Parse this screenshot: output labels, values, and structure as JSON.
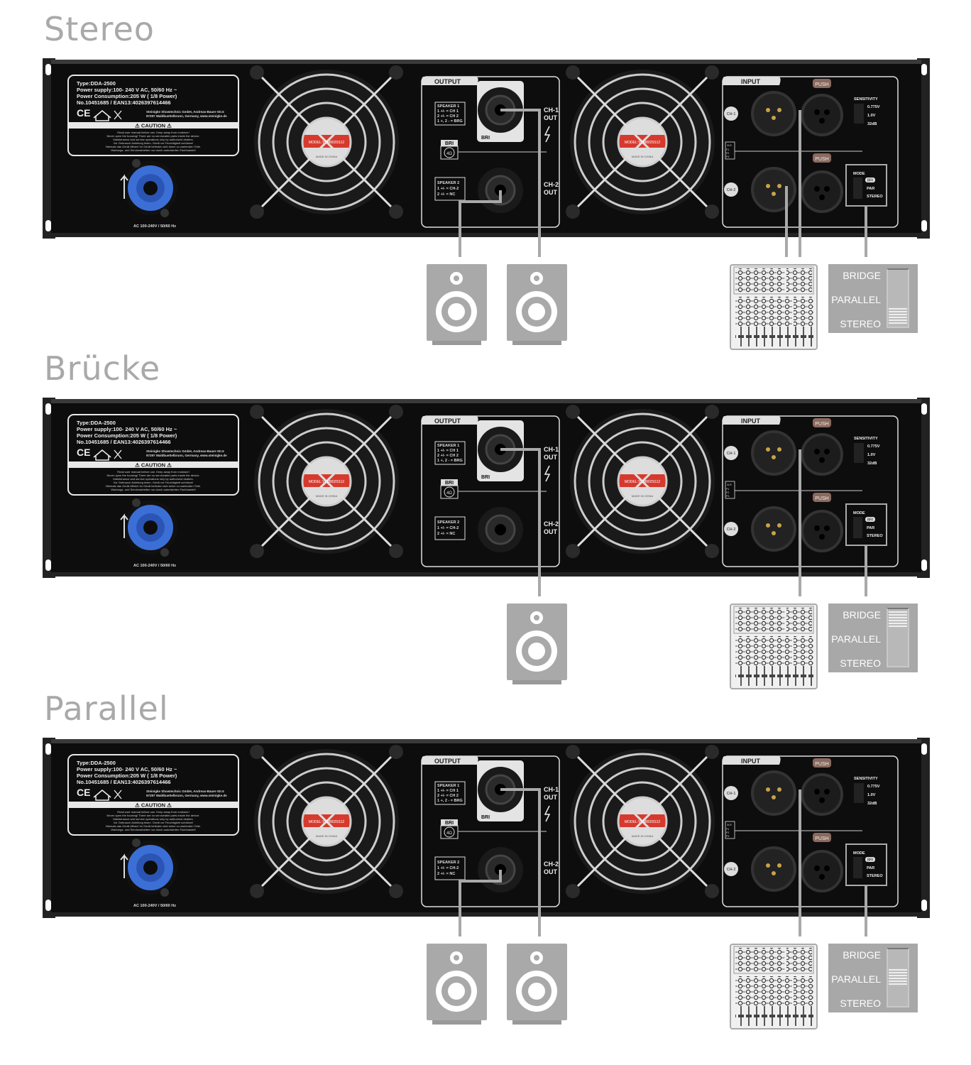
{
  "amp": {
    "label": {
      "type": "Type:DDA-2500",
      "power_supply": "Power supply:100- 240 V AC, 50/60 Hz ~",
      "power_consumption": "Power Consumption:205 W ( 1/8 Power)",
      "numbers": "No.10451685 / EAN13:4026397614466",
      "ce": "CE",
      "company": "Steinigke Showtechnic GmbH, Andreas-Bauer-Str.5",
      "address": "97297 Waldbuettelbrunn, Germany, www.steinigke.de",
      "caution": "⚠ CAUTION ⚠",
      "warnings": [
        "Read user manual before use. Keep away from moisture!",
        "Never open the housing! There are no serviceable parts inside the device.",
        "Maintenance and service operations only by authorized dealers.",
        "Vor Gebrauch Anleitung lesen. Gerät vor Feuchtigkeit schützen!",
        "Niemals das Gerät öffnen! Im Gerät befinden sich keine zu wartenden Teile.",
        "Wartungs- und Servicearbeiten nur durch autorisierten Fachhandel!"
      ]
    },
    "power_label": "AC 100-240V / 50/60 Hz",
    "fan_model": "MODEL:YDM8025S12",
    "fan_origin": "MADE IN CHINA",
    "output": {
      "title": "OUTPUT",
      "speaker1": [
        "SPEAKER 1",
        "1 +/-  = CH 1",
        "2 +/-  = CH 2",
        "1 +, 2 - = BRG"
      ],
      "speaker2": [
        "SPEAKER 2",
        "1 +/- = CH-2",
        "2 +/- =  NC"
      ],
      "bri": "BRI",
      "bri_plate": "BRI",
      "ohm": "4Ω",
      "ch1": [
        "CH-1",
        "OUT"
      ],
      "ch2": [
        "CH-2",
        "OUT"
      ]
    },
    "input": {
      "title": "INPUT",
      "ch1": "CH-1",
      "ch2": "CH-2",
      "push": "PUSH",
      "xlr": [
        "XLR",
        "P1",
        "P2",
        "P3"
      ],
      "sensitivity": [
        "SENSITIVITY",
        "0.775V",
        "1.0V",
        "32dB"
      ],
      "mode": [
        "MODE",
        "BRI",
        "PAR",
        "STEREO"
      ]
    }
  },
  "switch_labels": [
    "BRIDGE",
    "PARALLEL",
    "STEREO"
  ],
  "colors": {
    "wire": "#a9a9a9",
    "connector": "#3b6fd6",
    "fan_band": "#d63a2e"
  },
  "sections": [
    {
      "title": "Stereo",
      "switch_position": "stereo",
      "speakers": 2,
      "connections": [
        "ch1-out",
        "ch2-out",
        "in-ch1",
        "in-ch2",
        "mode"
      ]
    },
    {
      "title": "Brücke",
      "switch_position": "bridge",
      "speakers": 1,
      "connections": [
        "ch1-out",
        "in-ch1",
        "mode"
      ]
    },
    {
      "title": "Parallel",
      "switch_position": "parallel",
      "speakers": 2,
      "connections": [
        "ch1-out",
        "ch2-out",
        "in-ch1",
        "mode"
      ]
    }
  ]
}
